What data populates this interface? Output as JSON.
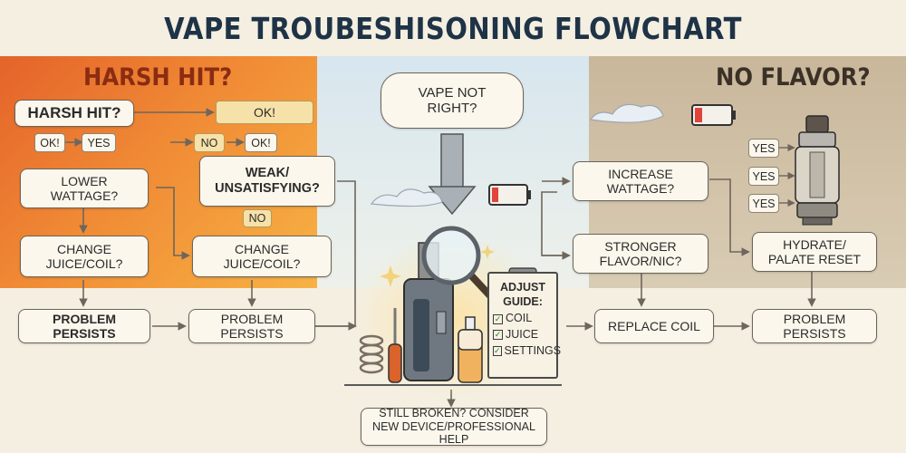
{
  "title": "VAPE TROUBESHISONING FLOWCHART",
  "left_panel": {
    "heading": "HARSH HIT?",
    "start": "HARSH HIT?",
    "ok_top": "OK!",
    "ok_small": "OK!",
    "yes": "YES",
    "no_top": "NO",
    "ok_right": "OK!",
    "lower_wattage": "LOWER WATTAGE?",
    "weak": "WEAK/\nUNSATISFYING?",
    "no_mid": "NO",
    "change_juice_left": "CHANGE JUICE/COIL?",
    "change_juice_right": "CHANGE JUICE/COIL?",
    "persists_left": "PROBLEM PERSISTS",
    "persists_mid": "PROBLEM PERSISTS"
  },
  "center": {
    "start": "VAPE NOT\nRIGHT?",
    "guide_title": "ADJUST\nGUIDE:",
    "guide_items": [
      "COIL",
      "JUICE",
      "SETTINGS"
    ],
    "final": "STILL BROKEN? CONSIDER\nNEW DEVICE/PROFESSIONAL HELP"
  },
  "right_panel": {
    "heading": "NO FLAVOR?",
    "increase": "INCREASE\nWATTAGE?",
    "stronger": "STRONGER\nFLAVOR/NIC?",
    "yes_items": [
      "YES",
      "YES",
      "YES"
    ],
    "hydrate": "HYDRATE/\nPALATE RESET",
    "replace_coil": "REPLACE COIL",
    "persists_right": "PROBLEM PERSISTS"
  },
  "colors": {
    "left_panel": "#e4632a",
    "right_panel": "#c9b79b",
    "title": "#1f3347",
    "battery_low": "#e0443a"
  },
  "icons": [
    "magnifier-icon",
    "vape-mod-icon",
    "tank-icon",
    "screwdriver-icon",
    "coil-icon",
    "juice-bottle-icon",
    "battery-low-icon",
    "cloud-icon"
  ]
}
